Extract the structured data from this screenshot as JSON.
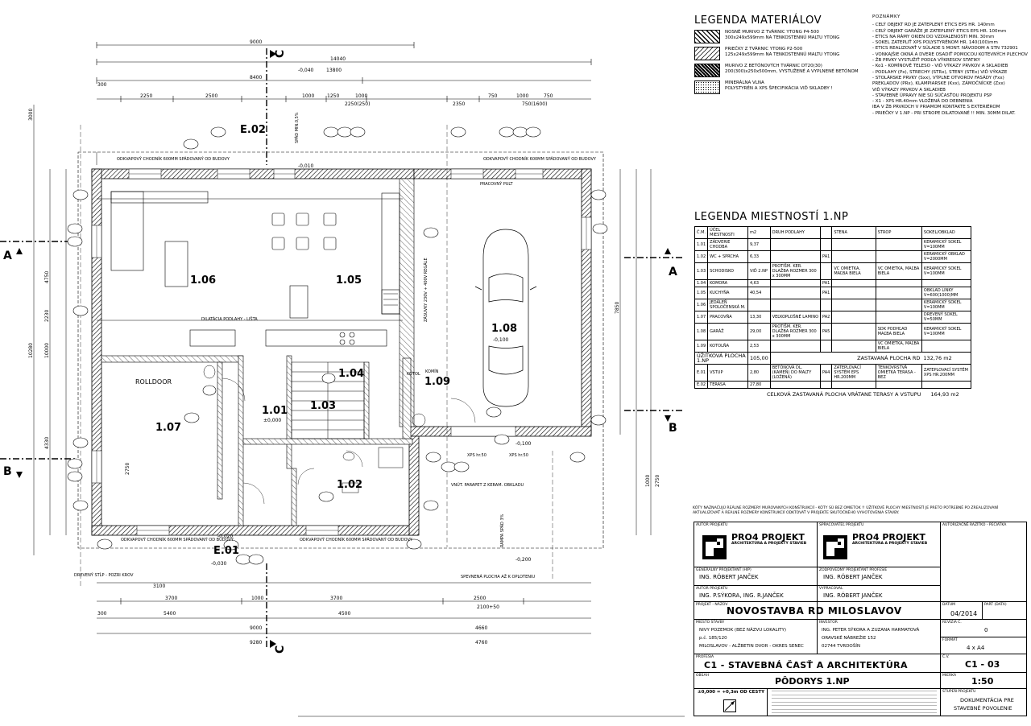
{
  "rooms": [
    {
      "id": "1.06"
    },
    {
      "id": "1.05"
    },
    {
      "id": "1.07"
    },
    {
      "id": "1.08",
      "level": "-0,100"
    },
    {
      "id": "1.04"
    },
    {
      "id": "1.09"
    },
    {
      "id": "1.01",
      "level": "±0,000"
    },
    {
      "id": "1.03"
    },
    {
      "id": "1.02"
    }
  ],
  "plan_labels": {
    "e02": "E.02",
    "e01": "E.01",
    "rolldoor": "ROLLDOOR",
    "dilatacia": "DILATÁCIA PODLAHY - LIŠTA",
    "pracovny_pult": "PRACOVNÝ PULT",
    "odkvap_top_left": "ODKVAPOVÝ CHODNÍK 600MM SPÁDOVANÝ OD BUDOVY",
    "odkvap_top_right": "ODKVAPOVÝ CHODNÍK 600MM SPÁDOVANÝ OD BUDOVY",
    "odkvap_bottom_left": "ODKVAPOVÝ CHODNÍK 600MM SPÁDOVANÝ OD BUDOVY",
    "odkvap_bottom_mid": "ODKVAPOVÝ CHODNÍK 600MM SPÁDOVANÝ OD BUDOVY",
    "dreveny_stlp": "DREVENÝ STĹP - POZRI KROV",
    "spevnena_plocha": "SPEVNENÁ PLOCHA AŽ K OPLOTENIU",
    "vnut_parapet": "VNÚT. PARAPET Z KERAM. OBKLADU",
    "xps1": "XPS hr.50",
    "xps2": "XPS hr.50",
    "kotol": "KOTOL",
    "kominn": "KOMÍN",
    "zasuvky": "ZÁSUVKY 230V + 400V REGÁLE",
    "spad": "SPÁD MIN.0,5%",
    "lev1": "-0,040",
    "lev2": "-0,010",
    "lev3": "-0,020",
    "lev4": "-0,030",
    "lev5": "-0,200",
    "lev6": "-0,100",
    "rampa": "RAMPA SPÁD 3%"
  },
  "dimensions": {
    "top": [
      "9000",
      "14040",
      "13800",
      "8400",
      "300",
      "2250",
      "2500",
      "1000",
      "1250",
      "1000",
      "750",
      "1000",
      "750",
      "2350",
      "2250(250)",
      "750(1600)"
    ],
    "bottom": [
      "3100",
      "2500",
      "3700",
      "1000",
      "3700",
      "300",
      "5400",
      "4500",
      "9000",
      "9280",
      "4660",
      "4760",
      "2100+50"
    ],
    "left": [
      "3000",
      "10280",
      "10000",
      "4750",
      "2230",
      "4330",
      "2750"
    ],
    "right": [
      "7850",
      "1000",
      "2750"
    ]
  },
  "section_markers": [
    "A",
    "A",
    "B",
    "B",
    "C",
    "C"
  ],
  "legenda_materialov": {
    "title": "LEGENDA MATERIÁLOV",
    "items": [
      {
        "text": "NOSNÉ MURIVO Z TVÁRNIC YTONG P4-500\n300x249x599mm NA TENKOSTENNÚ MALTU YTONG"
      },
      {
        "text": "PRIEČKY Z TVÁRNIC YTONG P2-500\n125x249x599mm NA TENKOSTENNÚ MALTU YTONG"
      },
      {
        "text": "MURIVO Z BETÓNOVÝCH TVÁRNIC DT20(30)\n200(300)x250x500mm, VYSTUŽENÉ A VYPLNENÉ BETÓNOM"
      },
      {
        "text": "MINERÁLNA VLNA\nPOLYSTYRÉN A XPS   ŠPECIFIKÁCIA VIĎ SKLADBY !"
      }
    ]
  },
  "poznamky": {
    "title": "POZNÁMKY",
    "lines": [
      "- CELÝ OBJEKT RD JE ZATEPLENÝ ETICS EPS HR. 140mm",
      "- CELÝ OBJEKT GARÁŽE JE ZATEPLENÝ ETICS EPS HR. 100mm",
      "- ETICS NA RÁMY OKIEN DO VZDIALENOSTI MIN. 30mm",
      "- SOKEL ZATEPLIŤ XPS POLYSTYRÉNOM HR. 140(100)mm",
      "- ETICS REALIZOVAŤ V SÚLADE S MONT. NÁVODOM A STN 732901",
      "- VONKAJŠIE OKNÁ A DVERE OSADIŤ POMOCOU KOTEVNÝCH PLECHOV",
      "- ŽB PRVKY VYSTUŽIŤ PODĽA VÝKRESOV STATIKY",
      "- Ko1 - KOMÍNOVÉ TELESO - VIĎ VÝKAZY PRVKOV A SKLADIEB",
      "- PODLAHY (Px), STRECHY (STRx), STENY (STEx) VIĎ VÝKAZE",
      "- STOLÁRSKE PRVKY (Sxx), VÝPLNE OTVOROV FASÁDY (Fxx)",
      "  PREKLADOV (PRx), KLAMPIARSKE (Kxx), ZÁMOČNÍCKE (Zxx)",
      "  VIĎ VÝKAZY PRVKOV A SKLADIEB",
      "- STAVEBNÉ ÚPRAVY NIE SÚ SÚČASŤOU PROJEKTU PSP",
      "- X1 - XPS HR.40mm VLOŽENÁ DO DEBNENIA",
      "  IBA V ŽB PRVKOCH V PRIAMOM KONTAKTE S EXTERIÉROM",
      "- PRIEČKY V 1.NP - PRI STROPE DILATOVANÉ !! MIN. 30MM DILAT."
    ]
  },
  "legenda_miestnosti": {
    "title": "LEGENDA MIESTNOSTÍ 1.NP",
    "headers": [
      "Č.M.",
      "ÚČEL MIESTNOSTI",
      "m2",
      "DRUH PODLAHY",
      "",
      "STENA",
      "STROP",
      "SOKEL/OBKLAD"
    ],
    "rows": [
      [
        "1.01",
        "ZÁDVERIE CHODBA",
        "9,37",
        "",
        "",
        "",
        "",
        "KERAMICKÝ SOKEL V=100MM"
      ],
      [
        "1.02",
        "WC + SPRCHA",
        "6,33",
        "",
        "PA1",
        "",
        "",
        "KERAMICKÝ OBKLAD V=2000MM"
      ],
      [
        "1.03",
        "SCHODISKO",
        "VIĎ 2.NP",
        "PROTIŠM. KER. DLAŽBA ROZMER 300 x 300MM",
        "",
        "VC OMIETKA, MAĽBA BIELA",
        "VC OMIETKA, MAĽBA BIELA",
        "KERAMICKÝ SOKEL V=100MM"
      ],
      [
        "1.04",
        "KOMORA",
        "4,63",
        "",
        "PA1",
        "",
        "",
        ""
      ],
      [
        "1.05",
        "KUCHYŇA",
        "40,54",
        "",
        "PA1",
        "",
        "",
        "OBKLAD LINKY V=600(1000)MM"
      ],
      [
        "1.06",
        "JEDÁLEŇ SPOLOČENSKÁ M.",
        "",
        "",
        "",
        "",
        "",
        "KERAMICKÝ SOKEL V=100MM"
      ],
      [
        "1.07",
        "PRACOVŇA",
        "13,30",
        "VEĽKOPLOŠNÉ LAMINO",
        "PA2",
        "",
        "",
        "DREVENÝ SOKEL V=50MM"
      ],
      [
        "1.08",
        "GARÁŽ",
        "29,00",
        "PROTIŠM. KER. DLAŽBA ROZMER 300 x 300MM",
        "PA5",
        "",
        "SDK PODHĽAD MAĽBA BIELA",
        "KERAMICKÝ SOKEL V=100MM"
      ],
      [
        "1.09",
        "KOTOLŇA",
        "2,53",
        "",
        "",
        "",
        "VC OMIETKA, MAĽBA BIELA",
        ""
      ]
    ],
    "uzitkova_label": "ÚŽITKOVÁ PLOCHA 1.NP",
    "uzitkova_value": "105,00",
    "zastavana_label": "ZASTAVANÁ PLOCHA RD",
    "zastavana_value": "132,76 m2",
    "ext_rows": [
      [
        "E.01",
        "VSTUP",
        "2,80",
        "BETÓNOVÁ DL. (KAMEŇ) DO MALTY (LOŽENÁ)",
        "PA4",
        "ZATEPLOVACÍ SYSTÉM EPS HR.200MM",
        "TENKOVRSTVÁ OMIETKA TERASA - BEZ",
        "ZATEPLOVACÍ SYSTÉM XPS HR.200MM"
      ],
      [
        "E.02",
        "TERASA",
        "27,80",
        "",
        "",
        "",
        "",
        ""
      ]
    ],
    "celkova_label": "CELKOVÁ ZASTAVANÁ PLOCHA VRÁTANE TERASY A VSTUPU",
    "celkova_value": "164,93 m2"
  },
  "note_top": "KÓTY NAZNAČUJÚ REÁLNE ROZMERY MUROVANÝCH KONŠTRUKCIÍ - KÓTY SÚ BEZ OMIETOK !! ÚŽITKOVÉ PLOCHY MIESTNOSTÍ JE PRETO POTREBNÉ PO ZREALIZOVANÍ AKTUALIZOVAŤ A REÁLNE ROZMERY KONŠTRUKCIÍ ODKTOVAŤ V PROJEKTE SKUTOČNÉHO VYHOTOVENIA STAVBY.",
  "title_block": {
    "autor_projektu_lbl": "AUTOR PROJEKTU",
    "spracovatel_lbl": "SPRACOVATEĽ PROJEKTU",
    "razitko_lbl": "AUTORIZAČNÉ RAZÍTKO - PEČIATKA",
    "company": "PRO4 PROJEKT",
    "company_sub": "ARCHITEKTÚRA A PROJEKTY STAVIEB",
    "gen_proj_lbl": "GENERÁLNY PROJEKTANT (HIP)",
    "gen_proj": "ING. RÓBERT JANČEK",
    "zodp_lbl": "ZODPOVEDNÝ PROJEKTANT PROFESIE",
    "zodp": "ING. RÓBERT JANČEK",
    "autor_lbl": "AUTOR PROJEKTU",
    "autor": "ING. P.SÝKORA, ING. R.JANČEK",
    "vypracoval_lbl": "VYPRACOVAL",
    "vypracoval": "ING. RÓBERT JANČEK",
    "projekt_lbl": "PROJEKT - NÁZOV",
    "projekt": "NOVOSTAVBA RD MILOSLAVOV",
    "datum_lbl": "DÁTUM",
    "datum": "04/2014",
    "part_lbl": "PART (DATA)",
    "miesto_lbl": "MIESTO STAVBY",
    "miesto": [
      "NIVY POZEMOK (BEZ NÁZVU LOKALITY)",
      "p.č. 185/120",
      "MILOSLAVOV - ALŽBETIN DVOR - OKRES SENEC"
    ],
    "investor_lbl": "INVESTOR",
    "investor": [
      "ING. PETER SÝKORA A ZUZANA HARMATOVÁ",
      "ORAVSKÉ NÁBREŽIE 152",
      "02744 TVRDOŠÍN"
    ],
    "revizia_lbl": "REVÍZIA Č.",
    "revizia": "0",
    "format_lbl": "FORMÁT",
    "format": "4 x A4",
    "profesia_lbl": "PROFESIA",
    "profesia": "C1 - STAVEBNÁ ČASŤ A ARCHITEKTÚRA",
    "cislo_lbl": "Č.V.",
    "cislo": "C1 - 03",
    "obsah_lbl": "OBSAH",
    "obsah": "PÔDORYS 1.NP",
    "mierka_lbl": "MIERKA",
    "mierka": "1:50",
    "vyska": "±0,000 = +0,3m OD CESTY",
    "stupen_lbl": "STUPEŇ PROJEKTU",
    "stupen": [
      "DOKUMENTÁCIA PRE",
      "STAVEBNÉ POVOLENIE"
    ]
  }
}
